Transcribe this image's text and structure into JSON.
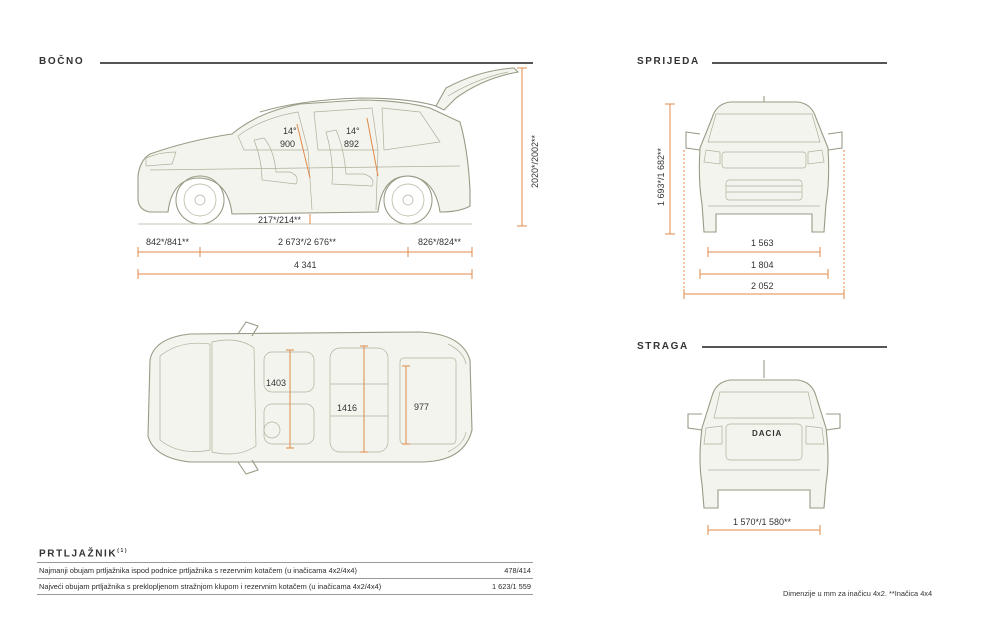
{
  "sections": {
    "side": "BOČNO",
    "front": "SPRIJEDA",
    "rear": "STRAGA",
    "trunk": "PRTLJAŽNIK",
    "trunk_sup": "(1)"
  },
  "side_dims": {
    "angle_front": "14°",
    "headroom_front": "900",
    "angle_rear": "14°",
    "headroom_rear": "892",
    "ground_clearance": "217*/214**",
    "front_overhang": "842*/841**",
    "wheelbase": "2 673*/2 676**",
    "rear_overhang": "826*/824**",
    "length": "4 341",
    "height_open": "2020*/2002**"
  },
  "top_dims": {
    "front_width": "1403",
    "rear_width": "1416",
    "boot_length": "977"
  },
  "front_dims": {
    "height": "1 693*/1 682**",
    "track_front": "1 563",
    "width": "1 804",
    "width_mirrors": "2 052"
  },
  "rear_dims": {
    "track_rear": "1 570*/1 580**",
    "badge": "DACIA"
  },
  "trunk_table": [
    {
      "label": "Najmanji obujam prtljažnika ispod podnice prtljažnika s rezervnim kotačem (u inačicama 4x2/4x4)",
      "value": "478/414"
    },
    {
      "label": "Najveći obujam prtljažnika s preklopljenom stražnjom klupom i rezervnim kotačem (u inačicama 4x2/4x4)",
      "value": "1 623/1 559"
    }
  ],
  "footnote": "Dimenzije u mm za inačicu 4x2. **Inačica 4x4",
  "colors": {
    "accent": "#e08a4a",
    "line": "#9a9a86",
    "rule": "#555555"
  }
}
